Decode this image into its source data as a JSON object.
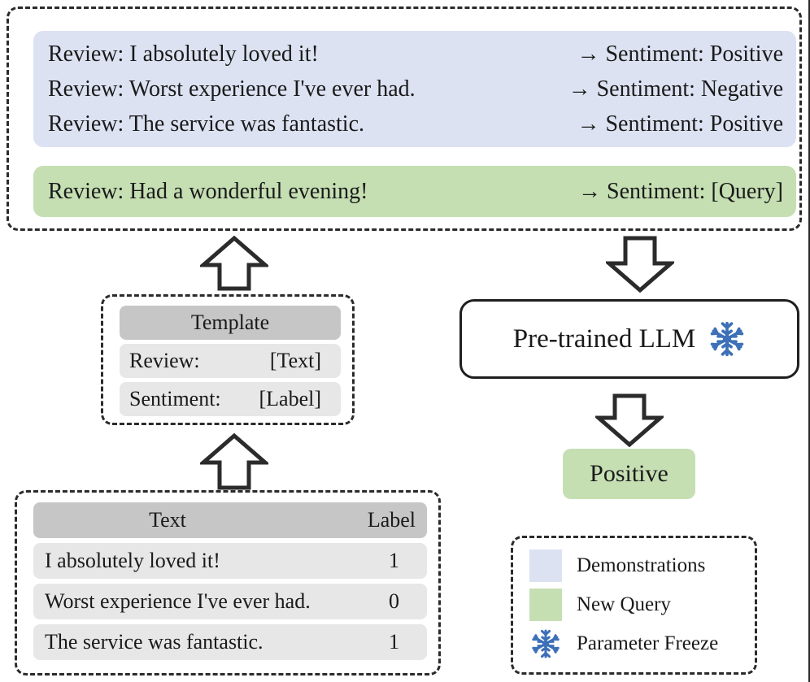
{
  "colors": {
    "demonstrations": "#dce2f2",
    "new_query": "#c5dfb3",
    "snowflake": "#3d70b8",
    "table_header": "#c6c6c6",
    "table_row": "#e7e7e7",
    "outline": "#2b2b2b"
  },
  "prompt": {
    "demonstrations": [
      {
        "left": "Review: I absolutely loved it!",
        "right": "→ Sentiment: Positive"
      },
      {
        "left": "Review: Worst experience I've ever had.",
        "right": "→ Sentiment: Negative"
      },
      {
        "left": "Review: The service was fantastic.",
        "right": "→ Sentiment: Positive"
      }
    ],
    "query": {
      "left": "Review: Had a wonderful evening!",
      "right": "→ Sentiment: [Query]"
    }
  },
  "template": {
    "header": "Template",
    "rows": [
      {
        "key": "Review:",
        "value": "[Text]"
      },
      {
        "key": "Sentiment:",
        "value": "[Label]"
      }
    ]
  },
  "dataset": {
    "columns": [
      "Text",
      "Label"
    ],
    "rows": [
      {
        "text": "I absolutely loved it!",
        "label": "1"
      },
      {
        "text": "Worst experience I've ever had.",
        "label": "0"
      },
      {
        "text": "The service was fantastic.",
        "label": "1"
      }
    ]
  },
  "model": {
    "label": "Pre-trained LLM",
    "icon": "snowflake-icon"
  },
  "output": {
    "label": "Positive"
  },
  "legend": {
    "items": [
      {
        "label": "Demonstrations",
        "type": "swatch",
        "color": "#dce2f2"
      },
      {
        "label": "New Query",
        "type": "swatch",
        "color": "#c5dfb3"
      },
      {
        "label": "Parameter Freeze",
        "type": "snowflake-icon",
        "color": "#3d70b8"
      }
    ]
  },
  "arrows": [
    {
      "name": "arrow-dataset-to-template",
      "direction": "up"
    },
    {
      "name": "arrow-template-to-prompt",
      "direction": "up"
    },
    {
      "name": "arrow-prompt-to-llm",
      "direction": "down"
    },
    {
      "name": "arrow-llm-to-output",
      "direction": "down"
    }
  ]
}
